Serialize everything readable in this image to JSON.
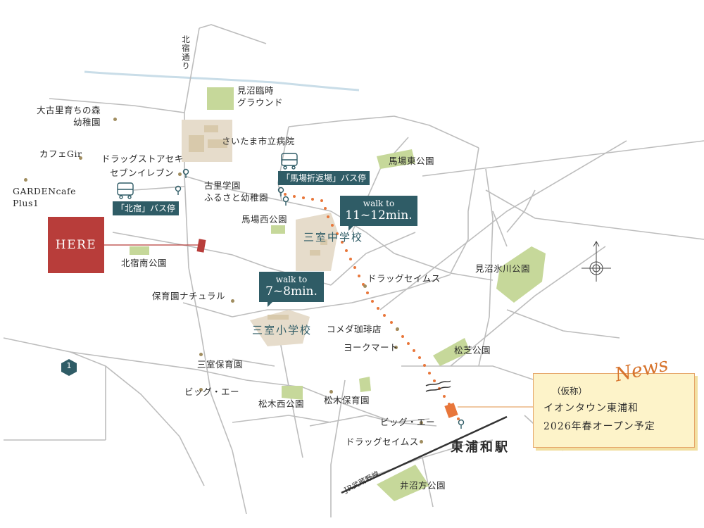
{
  "here_label": "HERE",
  "labels": {
    "kitajuku_dori": "北宿通り",
    "minuma_ground": "見沼臨時\nグラウンド",
    "ookome_kindergarten": "大古里育ちの森\n幼稚園",
    "cafe_gir": "カフェGir",
    "garden_cafe": "GARDENcafe\nPlus1",
    "drugstore_aseki": "ドラッグストアセキ",
    "seven_eleven": "セブンイレブン",
    "saitama_hospital": "さいたま市立病院",
    "baba_higashi_park": "馬場東公園",
    "furusato_kindergarten": "古里学園\nふるさと幼稚園",
    "baba_nishi_park": "馬場西公園",
    "kitajuku_minami_park": "北宿南公園",
    "hoikuen_natural": "保育園ナチュラル",
    "minuma_hikawa_park": "見沼氷川公園",
    "drug_seims_1": "ドラッグセイムス",
    "komeda": "コメダ珈琲店",
    "yorkmart": "ヨークマート",
    "matsushiba_park": "松芝公園",
    "sanmuro_nursery": "三室保育園",
    "big_a_1": "ビッグ・エー",
    "matsuki_nishi_park": "松木西公園",
    "matsuki_nursery": "松木保育園",
    "big_a_2": "ビッグ・エー",
    "drug_seims_2": "ドラッグセイムス",
    "inumakata_park": "井沼方公園",
    "jr_musashino": "JR武蔵野線",
    "sanmuro_jhs": "三室中学校",
    "sanmuro_es": "三室小学校",
    "higashi_urawa_station": "東浦和駅"
  },
  "bus_stops": {
    "baba_orikaeshi": "「馬場折返場」バス停",
    "kitajuku": "「北宿」バス停"
  },
  "walk_boxes": {
    "jhs": {
      "line1": "walk to",
      "line2": "11~12min."
    },
    "es": {
      "line1": "walk to",
      "line2": "7~8min."
    }
  },
  "route_sign": "1",
  "news": {
    "word": "News",
    "line1": "（仮称）",
    "line2": "イオンタウン東浦和",
    "line3": "2026年春オープン予定"
  },
  "colors": {
    "here": "#b83d3a",
    "accent_teal": "#2f5c66",
    "walk_route": "#e8763a",
    "park_green": "#c6d89a",
    "road": "#b8b8b8",
    "river": "#c9dde8",
    "building": "#e6dccb"
  }
}
